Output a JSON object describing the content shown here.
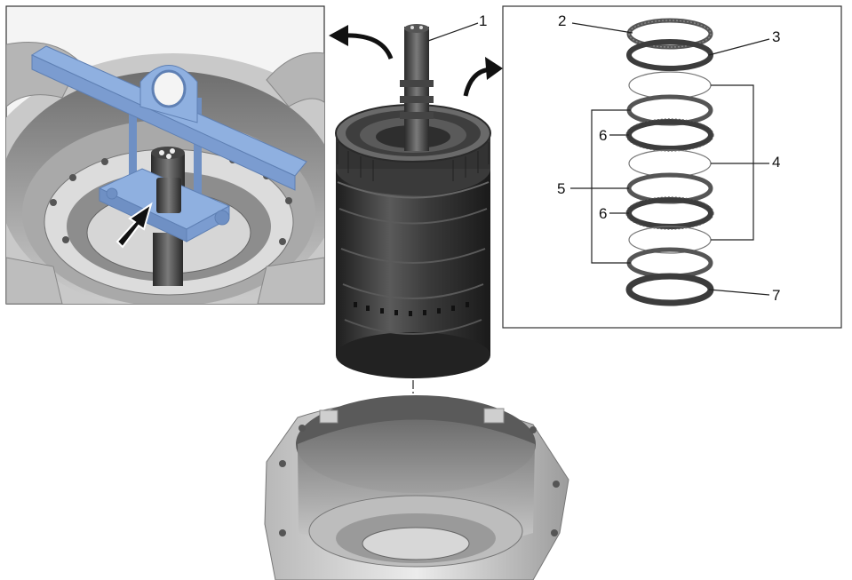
{
  "callouts": {
    "c1": "1",
    "c2": "2",
    "c3": "3",
    "c4": "4",
    "c5": "5",
    "c6a": "6",
    "c6b": "6",
    "c7": "7"
  },
  "colors": {
    "tool_blue": "#8fb0e0",
    "tool_blue_dark": "#6f90c4",
    "housing_light": "#d9d9d9",
    "housing_mid": "#9a9a9a",
    "housing_dark": "#4a4a4a",
    "clutch_dark": "#2f2f2f",
    "ring_steel": "#555555",
    "ring_friction": "#3c3c3c",
    "frame": "#333333"
  },
  "icons": {
    "arrows": "curved-arrow-icon",
    "pointer": "black-arrow-icon"
  }
}
